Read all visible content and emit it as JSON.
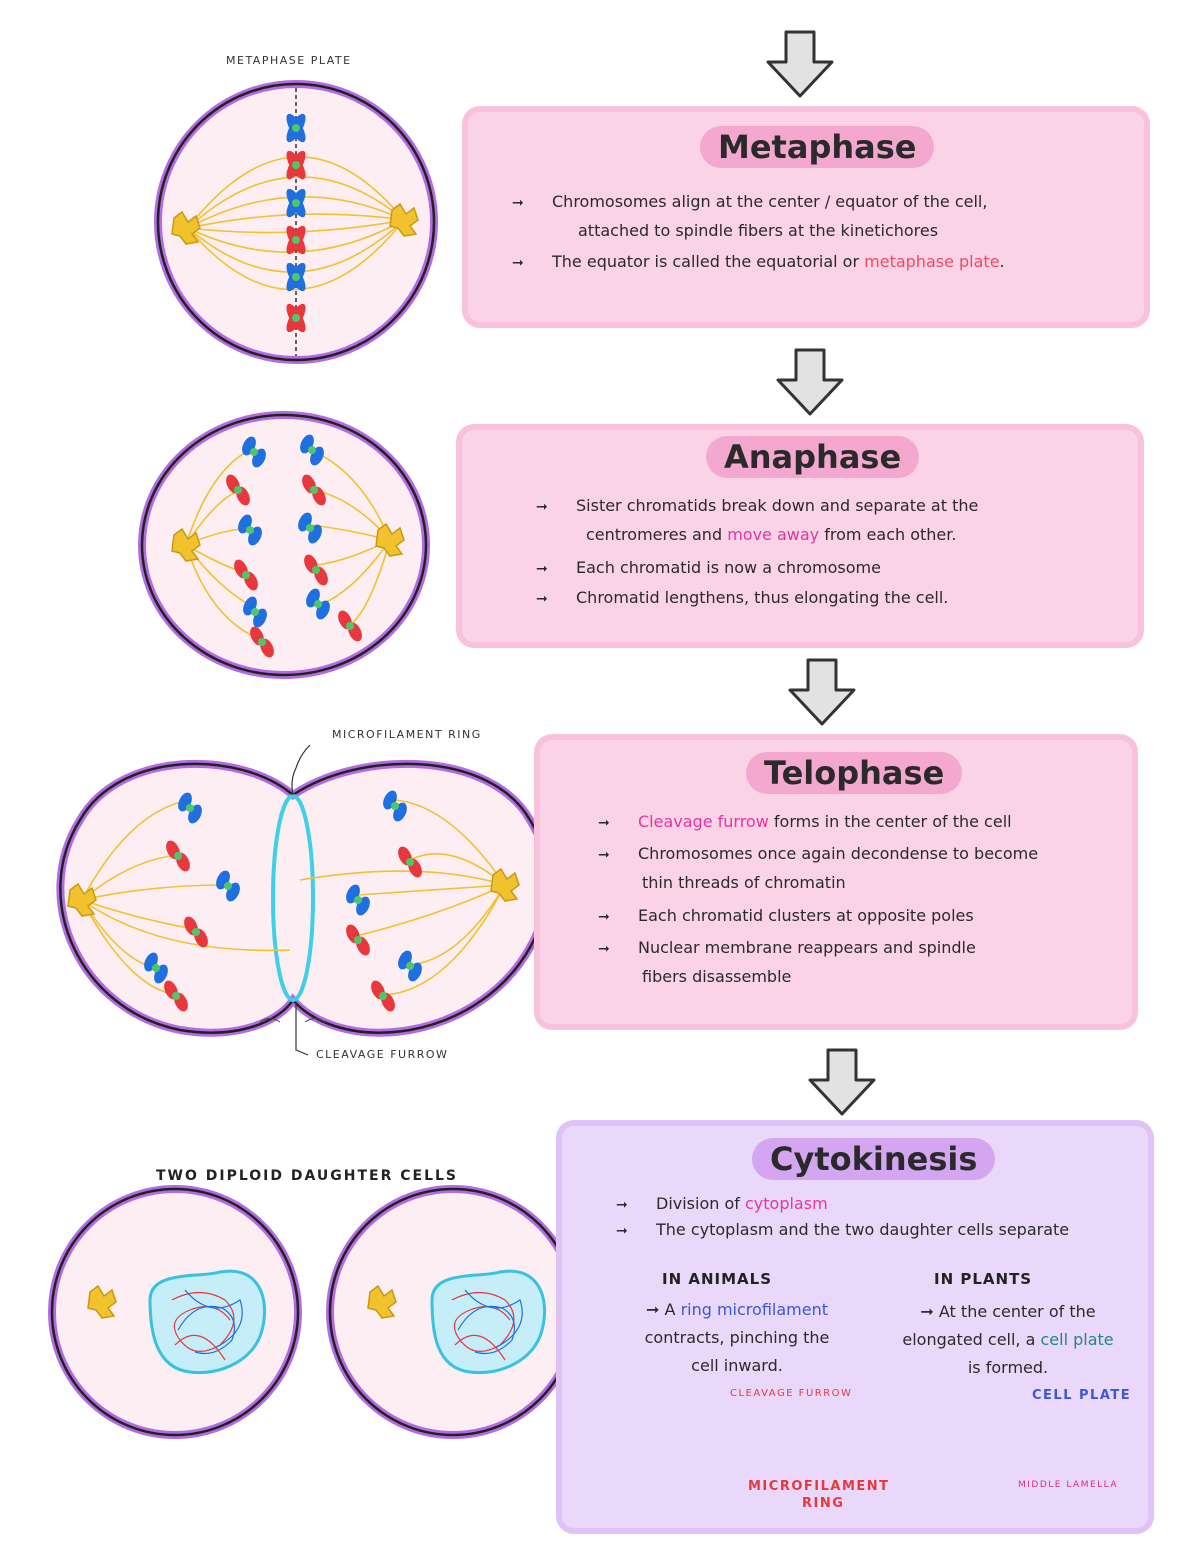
{
  "metaphase": {
    "title": "Metaphase",
    "plate_label": "METAPHASE PLATE",
    "b1a": "Chromosomes align at the center / equator of the cell,",
    "b1b": "attached to spindle fibers at the kinetichores",
    "b2a": "The equator is called the equatorial or",
    "b2b": "metaphase plate",
    "b2c": "."
  },
  "anaphase": {
    "title": "Anaphase",
    "b1a": "Sister chromatids break down and separate at the",
    "b1b": "centromeres and",
    "b1c": "move away",
    "b1d": "from each other.",
    "b2": "Each chromatid is now a chromosome",
    "b3": "Chromatid lengthens, thus elongating the cell."
  },
  "telophase": {
    "title": "Telophase",
    "ring_label": "MICROFILAMENT RING",
    "furrow_label": "CLEAVAGE FURROW",
    "b1a": "Cleavage furrow",
    "b1b": "forms in the center of the cell",
    "b2a": "Chromosomes once again decondense to become",
    "b2b": "thin threads of chromatin",
    "b3": "Each chromatid clusters at opposite poles",
    "b4a": "Nuclear membrane reappears and spindle",
    "b4b": "fibers disassemble"
  },
  "cytokinesis": {
    "title": "Cytokinesis",
    "cells_label": "TWO DIPLOID DAUGHTER CELLS",
    "b1a": "Division of",
    "b1b": "cytoplasm",
    "b2": "The cytoplasm and the two daughter cells separate",
    "animals": {
      "heading": "IN ANIMALS",
      "t1": "A",
      "t2": "ring microfilament",
      "t3": "contracts, pinching the",
      "t4": "cell inward.",
      "furrow_label": "CLEAVAGE FURROW",
      "ring_label_1": "MICROFILAMENT",
      "ring_label_2": "RING"
    },
    "plants": {
      "heading": "IN PLANTS",
      "t1": "At the center of the",
      "t2": "elongated cell, a",
      "t3": "cell plate",
      "t4": "is formed.",
      "plate_label": "CELL PLATE",
      "lamella_label": "MIDDLE LAMELLA"
    }
  },
  "colors": {
    "card_pink": "#fbd3e6",
    "card_purple": "#ead8fa",
    "cell_outline": "#b26be0",
    "cell_fill": "#fdeef4",
    "spindle": "#f2c12e",
    "chromosome_red": "#e8383d",
    "chromosome_blue": "#1f6fe0",
    "arrow_fill": "#e2e2e2"
  }
}
